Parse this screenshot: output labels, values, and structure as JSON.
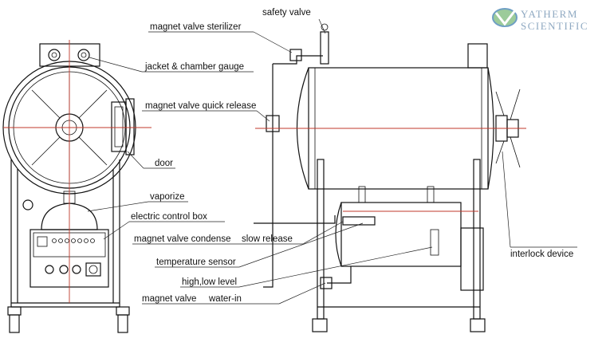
{
  "logo": {
    "line1": "YATHERM",
    "line2": "SCIENTIFIC"
  },
  "labels": {
    "safety_valve": "safety valve",
    "magnet_valve_sterilizer": "magnet valve sterilizer",
    "jacket_chamber_gauge": "jacket & chamber gauge",
    "magnet_valve_quick_release": "magnet valve  quick release",
    "door": "door",
    "vaporize": "vaporize",
    "electric_control_box": "electric control box",
    "magnet_valve_condense": "magnet valve  condense",
    "slow_release": "slow release",
    "temperature_sensor": "temperature sensor",
    "high_low_level": "high,low level",
    "magnet_valve": "magnet valve",
    "water_in": "water-in",
    "interlock_device": "interlock device"
  }
}
